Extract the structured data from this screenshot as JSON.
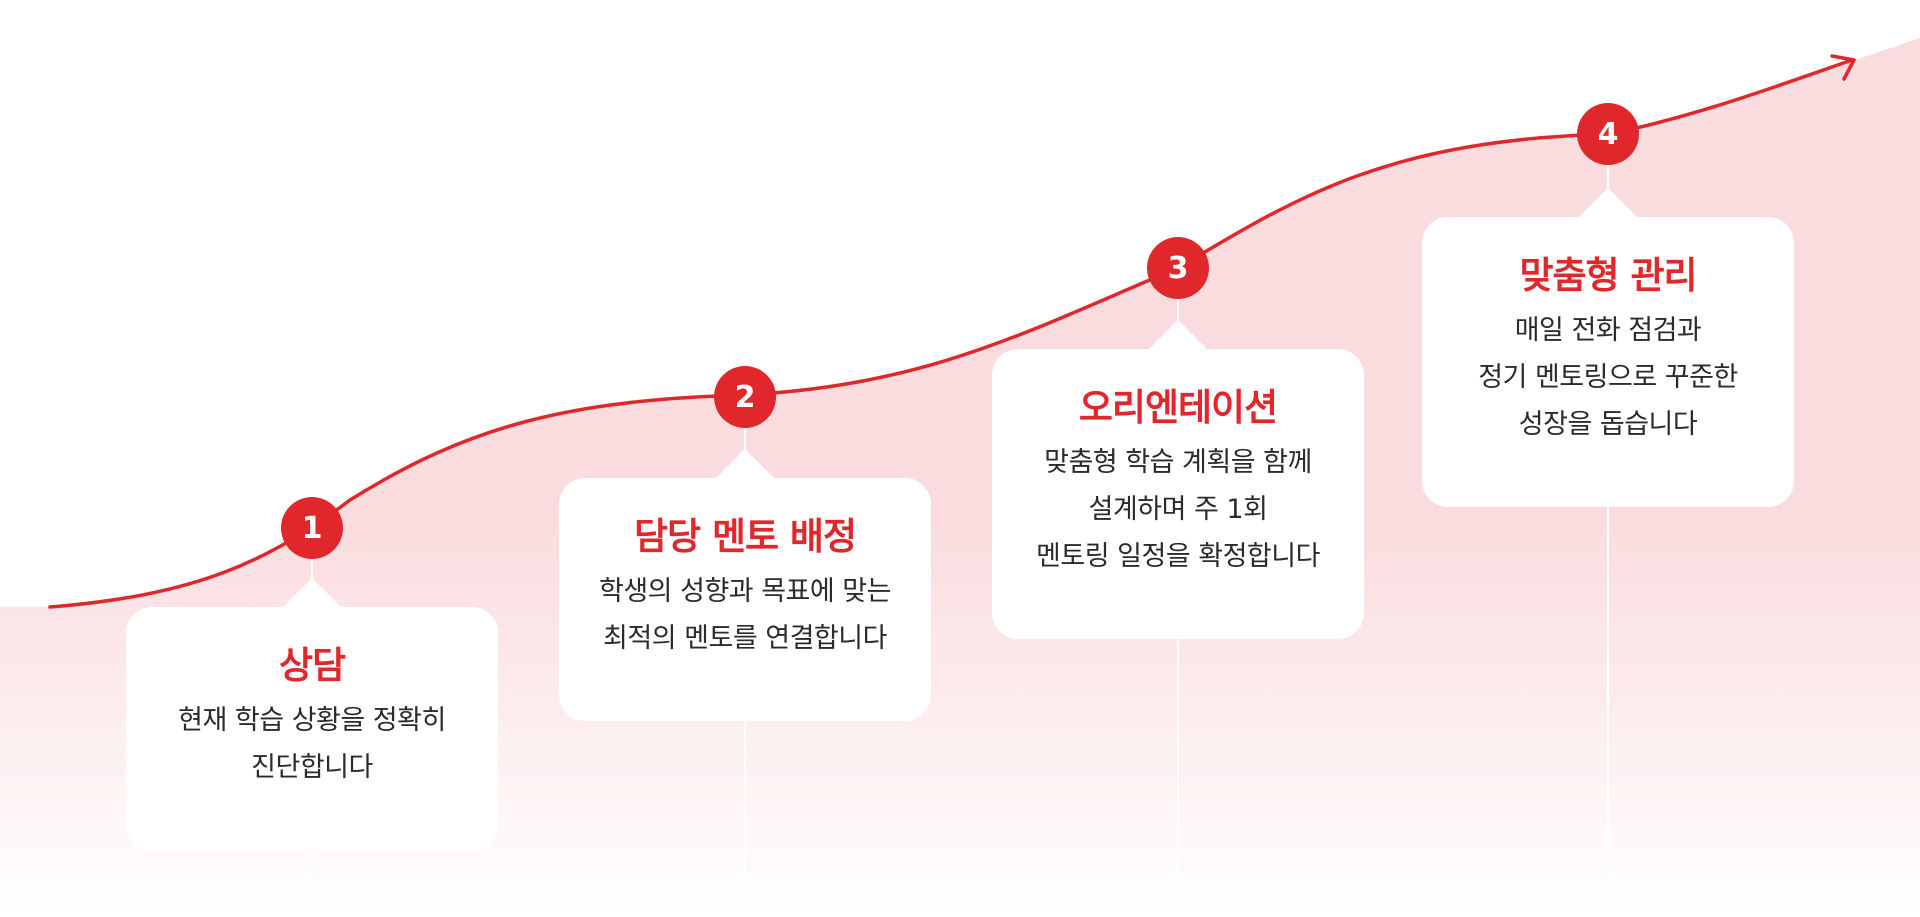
{
  "colors": {
    "accent": "#e0282c",
    "band": "#fadcde",
    "band_fade": "#ffffff",
    "card_bg": "#ffffff",
    "desc_text": "#2b2b2b"
  },
  "steps": [
    {
      "number": "1",
      "title": "상담",
      "description": "현재 학습 상황을 정확히\n진단합니다"
    },
    {
      "number": "2",
      "title": "담당 멘토 배정",
      "description": "학생의 성향과 목표에 맞는\n최적의 멘토를 연결합니다"
    },
    {
      "number": "3",
      "title": "오리엔테이션",
      "description": "맞춤형 학습 계획을 함께\n설계하며 주 1회\n멘토링 일정을 확정합니다"
    },
    {
      "number": "4",
      "title": "맞춤형 관리",
      "description": "매일 전화 점검과\n정기 멘토링으로 꾸준한\n성장을 돕습니다"
    }
  ]
}
